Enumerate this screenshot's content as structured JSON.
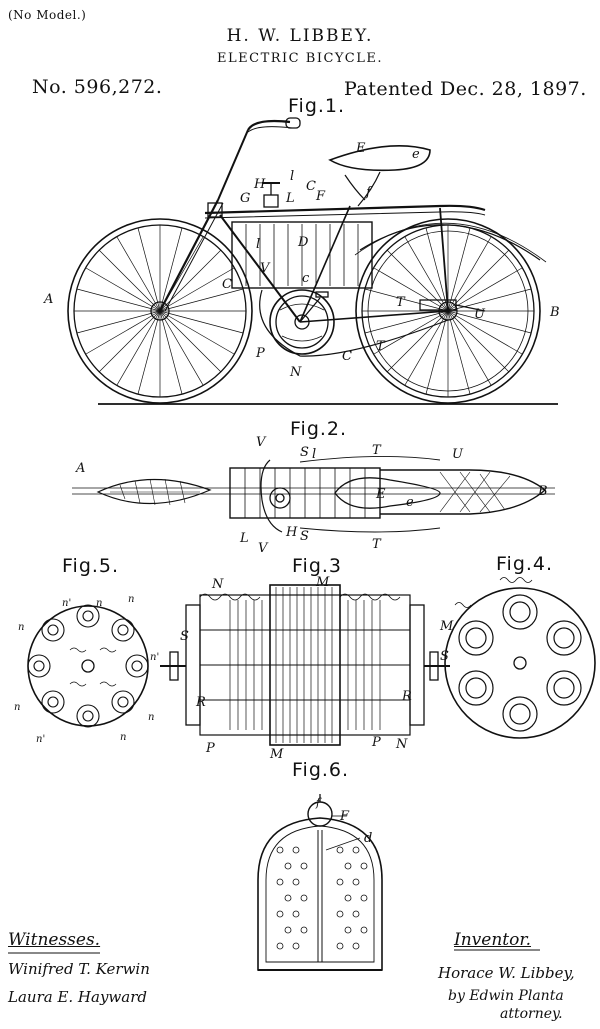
{
  "header": {
    "model_note": "(No Model.)",
    "inventor_name": "H. W. LIBBEY.",
    "title": "ELECTRIC BICYCLE.",
    "patent_number": "No. 596,272.",
    "patent_date": "Patented Dec. 28, 1897."
  },
  "figures": {
    "fig1": "Fig.1.",
    "fig2": "Fig.2.",
    "fig3": "Fig.3",
    "fig4": "Fig.4.",
    "fig5": "Fig.5.",
    "fig6": "Fig.6."
  },
  "refs": {
    "A": "A",
    "B": "B",
    "C": "C",
    "D": "D",
    "E": "E",
    "F": "F",
    "G": "G",
    "H": "H",
    "L": "L",
    "M": "M",
    "N": "N",
    "P": "P",
    "R": "R",
    "S": "S",
    "T": "T",
    "U": "U",
    "V": "V",
    "c": "c",
    "d": "d",
    "e": "e",
    "f": "f",
    "l": "l",
    "n": "n",
    "n_prime": "n'"
  },
  "signatures": {
    "witnesses_label": "Witnesses.",
    "witness_1": "Winifred T. Kerwin",
    "witness_2": "Laura E. Hayward",
    "inventor_label": "Inventor.",
    "inventor_sig": "Horace W. Libbey,",
    "attorney_line_1": "by Edwin Planta",
    "attorney_line_2": "attorney."
  }
}
